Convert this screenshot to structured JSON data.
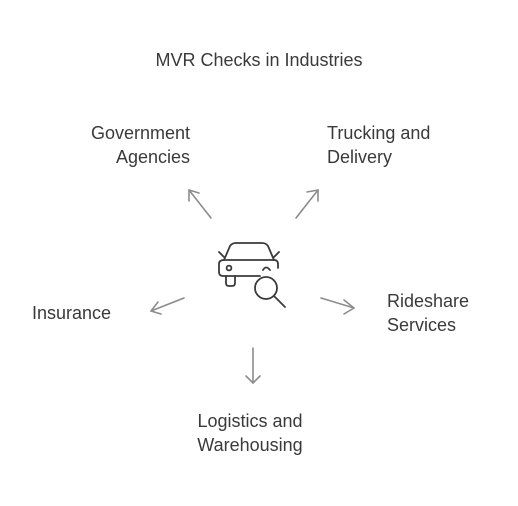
{
  "diagram": {
    "title": "MVR Checks in Industries",
    "center_icon": "car-magnifier-icon",
    "arrow_color": "#8c8c8c",
    "icon_color": "#3a3a3a",
    "nodes": {
      "government": {
        "line1": "Government",
        "line2": "Agencies"
      },
      "trucking": {
        "line1": "Trucking and",
        "line2": "Delivery"
      },
      "insurance": {
        "line1": "Insurance"
      },
      "rideshare": {
        "line1": "Rideshare",
        "line2": "Services"
      },
      "logistics": {
        "line1": "Logistics and",
        "line2": "Warehousing"
      }
    }
  }
}
